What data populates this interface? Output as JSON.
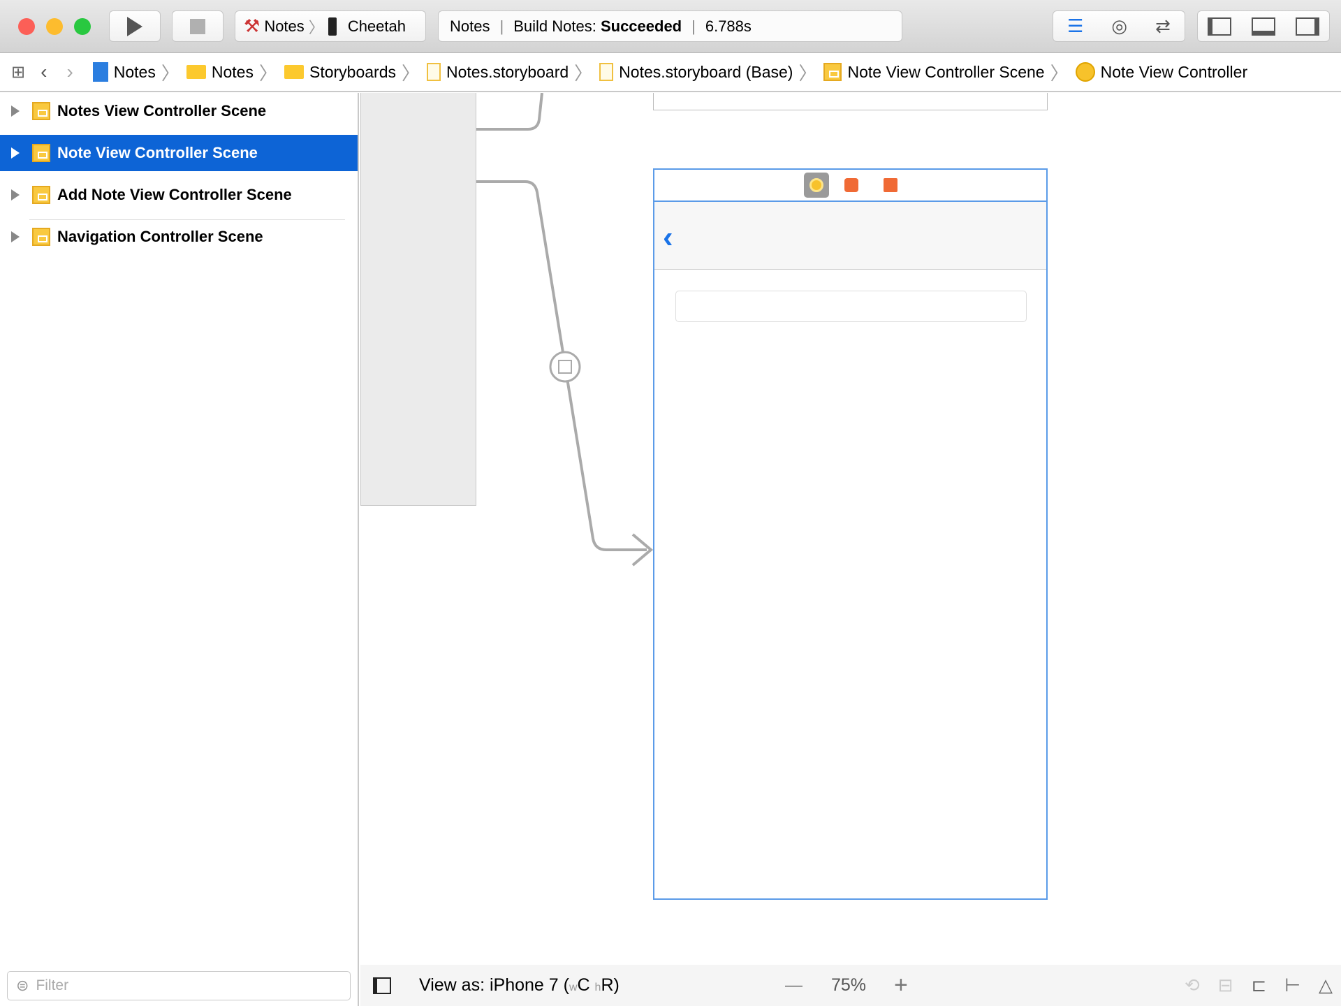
{
  "toolbar": {
    "scheme": "Notes",
    "device": "Cheetah",
    "activity": {
      "project": "Notes",
      "build_prefix": "Build Notes:",
      "build_status": "Succeeded",
      "duration": "6.788s"
    }
  },
  "breadcrumbs": [
    "Notes",
    "Notes",
    "Storyboards",
    "Notes.storyboard",
    "Notes.storyboard (Base)",
    "Note View Controller Scene",
    "Note View Controller"
  ],
  "outline": {
    "items": [
      {
        "label": "Notes View Controller Scene"
      },
      {
        "label": "Note View Controller Scene",
        "selected": true
      },
      {
        "label": "Add Note View Controller Scene"
      },
      {
        "label": "Navigation Controller Scene"
      }
    ],
    "filter_placeholder": "Filter"
  },
  "bottombar": {
    "view_as": "View as: iPhone 7 (",
    "w": "w",
    "c": "C",
    "h": "h",
    "r": "R)",
    "zoom": "75%",
    "zoom_out": "—",
    "zoom_in": "+"
  },
  "colors": {
    "selection": "#0d64d6",
    "accent": "#1a73e8"
  }
}
